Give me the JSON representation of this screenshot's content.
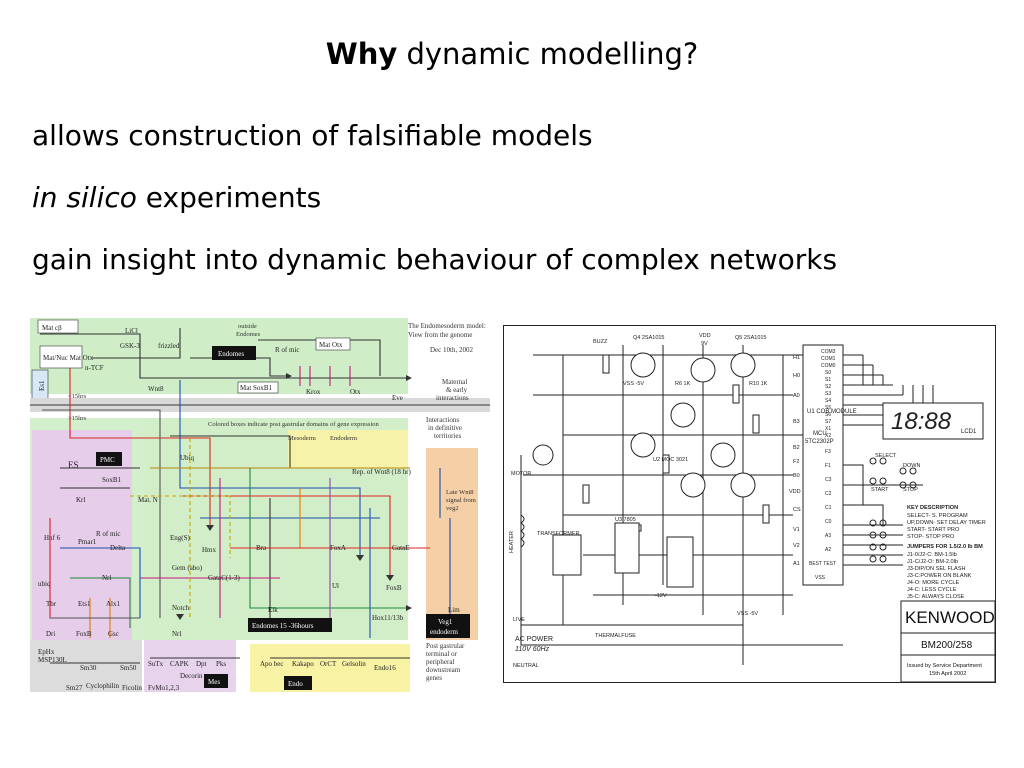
{
  "slide": {
    "title_bold": "Why",
    "title_rest": " dynamic modelling?",
    "bullets": [
      {
        "text": "allows construction of falsifiable models"
      },
      {
        "italic": "in silico",
        "text": " experiments"
      },
      {
        "text": "gain insight into dynamic behaviour of complex networks"
      }
    ]
  },
  "grn_figure": {
    "caption": [
      "The Endomesoderm model:",
      "View from the genome"
    ],
    "date": "Dec 10th, 2002",
    "side_notes": {
      "maternal": [
        "Maternal",
        "& early",
        "interactions"
      ],
      "definitive": [
        "Interactions",
        "in definitive",
        "territories"
      ],
      "post": [
        "Post gastrular",
        "terminal or",
        "peripheral",
        "downstream",
        "genes"
      ]
    },
    "tags": {
      "endomes": "Endomes",
      "pmc": "PMC",
      "endomes_time": "Endomes  15 -36hours",
      "veg1": [
        "Veg1",
        "endoderm"
      ],
      "mes": "Mes",
      "endo": "Endo"
    },
    "notes": {
      "outside": [
        "outside",
        "Endomes"
      ],
      "colored": "Colored boxes indicate post gastrular domains of gene expression",
      "mesoderm": "Mesoderm",
      "endoderm": "Endoderm",
      "late_wnt": [
        "Late Wnt8",
        "signal from",
        "veg2"
      ],
      "hrs1": "<15hrs",
      "hrs2": ">15hrs"
    },
    "genes": [
      "Mat cβ",
      "LiCl",
      "GSK-3",
      "frizzled",
      "R of mic",
      "Mat Otx",
      "Mat/Nuc Mat Otx",
      "n-TCF",
      "Wnt8",
      "Mat SoxB1",
      "Krox",
      "Otx",
      "Eve",
      "Es1",
      "ES",
      "SoxB1",
      "Krl",
      "Ubiq",
      "Mat. N",
      "R of mic",
      "Pmar1",
      "Hnf 6",
      "Delta",
      "Nrl",
      "ubiq",
      "Tbr",
      "Ets1",
      "Alx1",
      "Dri",
      "FoxB",
      "Gsc",
      "Eng(S)",
      "Hmx",
      "Bra",
      "FoxA",
      "GataE",
      "Gem (abo)",
      "GataC(1-3)",
      "Elk",
      "Ul",
      "FoxB",
      "Hox11/13b",
      "Lim",
      "Notch",
      "Nrl",
      "Rep. of Wnt8 (18 hr)",
      "Decorin",
      "EpHx",
      "MSP130L",
      "Sm30",
      "Sm50",
      "Sm27",
      "Cyclophilin",
      "Ficolin",
      "SuTx",
      "CAPK",
      "Dpt",
      "Pks",
      "FvMo1,2,3",
      "Apo bec",
      "Kakapo",
      "OrCT",
      "Gelsolin",
      "Endo16"
    ]
  },
  "circuit_figure": {
    "top_labels": [
      "BUZZ",
      "VDD",
      "9V",
      "Q4 2SA1015",
      "Q5 2SA1015",
      "R10 1K",
      "R6 1K"
    ],
    "ic_labels": {
      "name": "MCU",
      "part": "5TC2302P",
      "module": "U1 COB MODULE"
    },
    "pins_left": [
      "H1",
      "H0",
      "A0",
      "B3",
      "B2",
      "F2",
      "B0",
      "VDD",
      "CS",
      "V1",
      "V2",
      "A1"
    ],
    "pins_right": [
      "COM3",
      "COM1",
      "COM0",
      "S0",
      "S1",
      "S2",
      "S3",
      "S4",
      "S5",
      "S6",
      "S7",
      "X1",
      "X2",
      "F3",
      "F1",
      "C3",
      "C2",
      "C1",
      "C0",
      "A3",
      "A2",
      "BEST TEST",
      "VSS"
    ],
    "display": {
      "value": "18:88",
      "label": "LCD1"
    },
    "switch_labels": [
      "SELECT",
      "DOWN",
      "START",
      "STOP"
    ],
    "key_title": "KEY DESCRIPTION",
    "key_lines": [
      "SELECT- S. PROGRAM",
      "UP,DOWN- SET DELAY TIMER",
      "START- START PRO",
      "STOP- STOP PRO"
    ],
    "jumper_title": "JUMPERS FOR 1.5/2.0 lb BM",
    "jumper_lines": [
      "J1-0/J2-C: BM-1.5lb",
      "J1-C/J2-O: BM-2.0lb",
      "J3-DIP/ON SEL FLASH",
      "J3-C:POWER ON BLANK",
      "J4-O: MORE CYCLE",
      "J4-C: LESS CYCLE",
      "J5-C: ALWAYS CLOSE"
    ],
    "left_labels": [
      "MOTOR",
      "HEATER",
      "TRANSFORMER",
      "AC POWER",
      "110V 60Hz",
      "THERMALFUSE",
      "NEUTRAL",
      "LIVE"
    ],
    "misc_labels": [
      "VSS -5V",
      "VSS -5V",
      "-12V",
      "U2 MOC 3021",
      "U3 7805"
    ],
    "brand": "KENWOOD",
    "model": "BM200/258",
    "issued": [
      "Issued by Service Department",
      "15th April 2002"
    ]
  }
}
